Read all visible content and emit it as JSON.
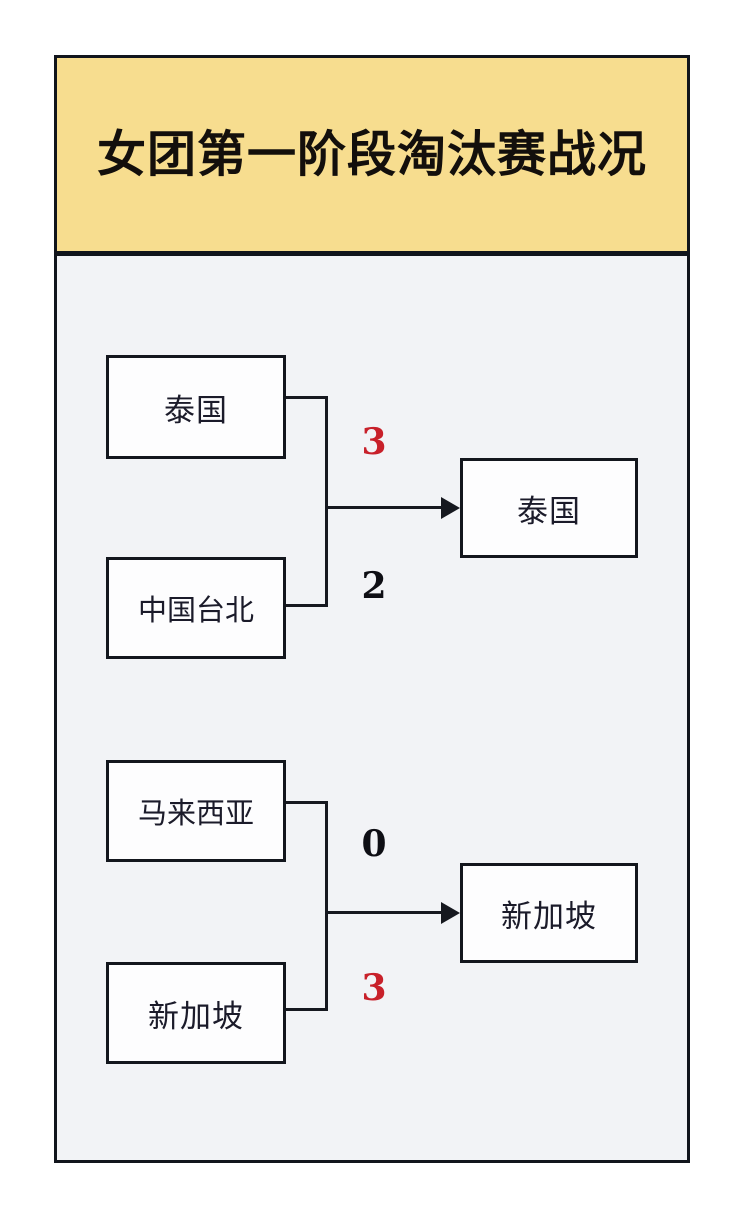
{
  "title": "女团第一阶段淘汰赛战况",
  "colors": {
    "title_bar_bg": "#F7DD8F",
    "panel_bg": "#F2F3F6",
    "border": "#13161D",
    "winner_score": "#C8202A",
    "loser_score": "#0E0E14",
    "box_bg": "#FDFDFE"
  },
  "bracket": {
    "matches": [
      {
        "id": "match-1",
        "teams": [
          {
            "name": "泰国",
            "score": "3",
            "result": "win"
          },
          {
            "name": "中国台北",
            "score": "2",
            "result": "lose"
          }
        ],
        "winner": "泰国"
      },
      {
        "id": "match-2",
        "teams": [
          {
            "name": "马来西亚",
            "score": "0",
            "result": "lose"
          },
          {
            "name": "新加坡",
            "score": "3",
            "result": "win"
          }
        ],
        "winner": "新加坡"
      }
    ]
  }
}
